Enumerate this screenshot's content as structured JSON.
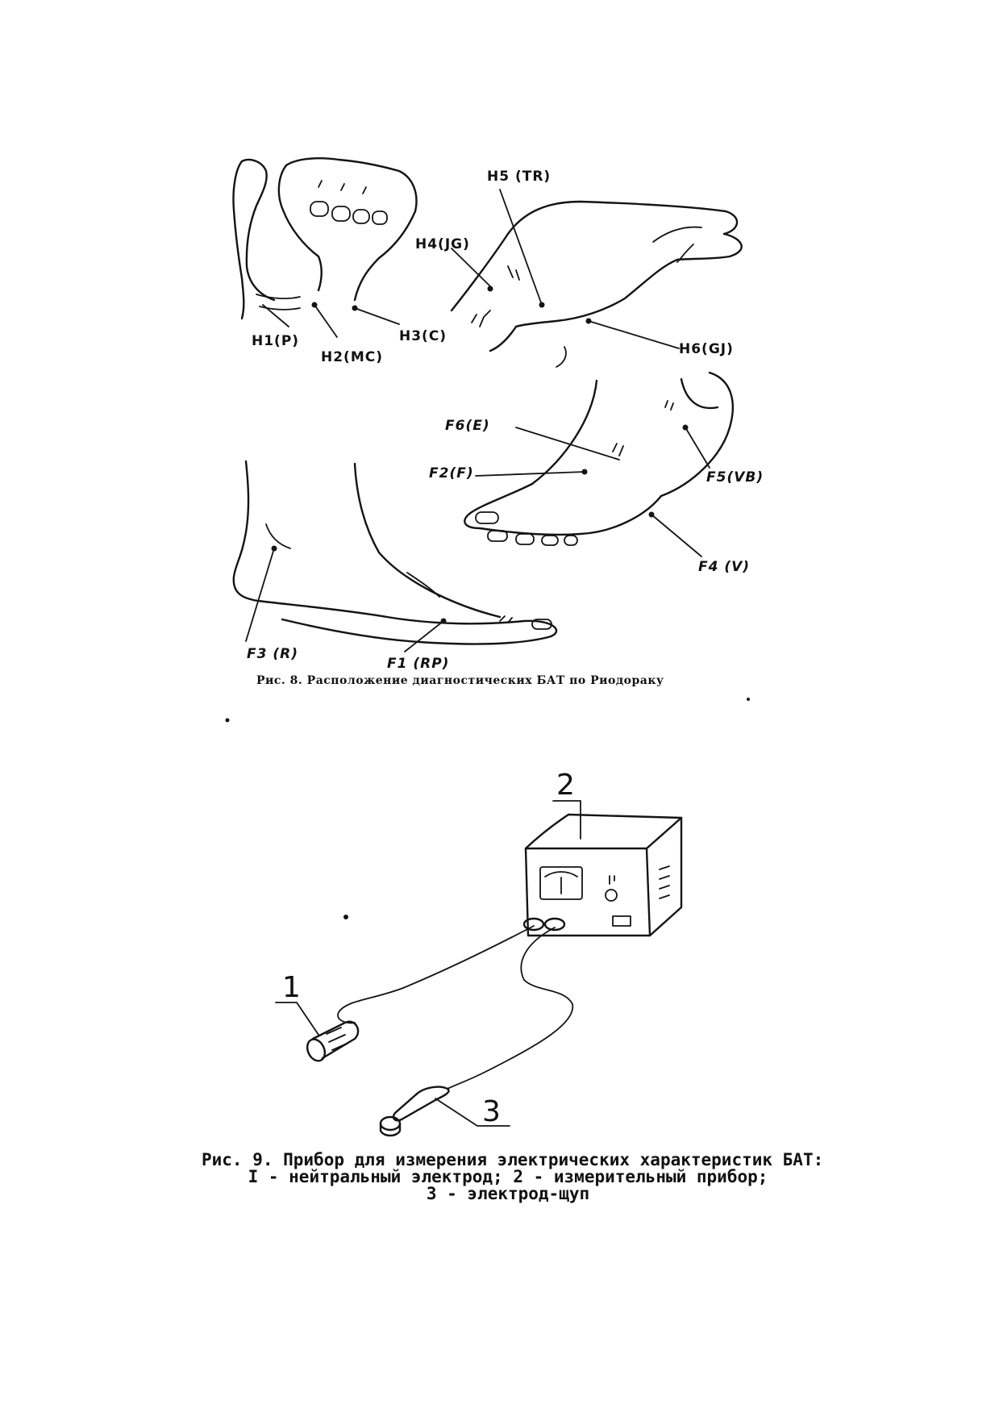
{
  "figure8": {
    "labels": {
      "h1": "H1(P)",
      "h2": "H2(MC)",
      "h3": "H3(C)",
      "h4": "H4(JG)",
      "h5": "H5 (TR)",
      "h6": "H6(GJ)",
      "f1": "F1 (RP)",
      "f2": "F2(F)",
      "f3": "F3 (R)",
      "f4": "F4 (V)",
      "f5": "F5(VB)",
      "f6": "F6(E)"
    },
    "caption": "Рис. 8. Расположение диагностических БАТ по Риодораку"
  },
  "figure9": {
    "callouts": {
      "c1": "1",
      "c2": "2",
      "c3": "3"
    },
    "caption_lines": [
      "Рис. 9. Прибор для измерения электрических характеристик БАТ:",
      "I - нейтральный электрод; 2 - измерительный прибор;",
      "3 - электрод-щуп"
    ]
  }
}
